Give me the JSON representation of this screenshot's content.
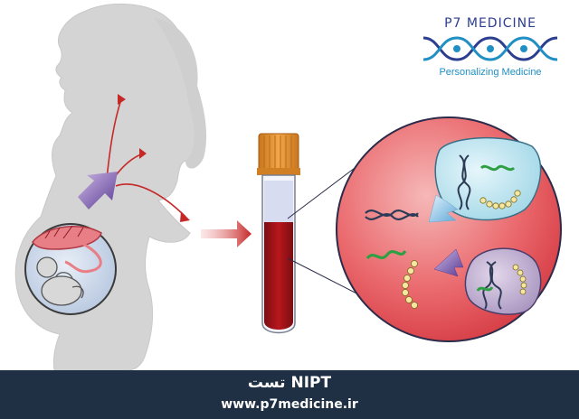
{
  "logo": {
    "title": "P7 MEDICINE",
    "subtitle": "Personalizing Medicine"
  },
  "footer": {
    "title": "تست NIPT",
    "url": "www.p7medicine.ir"
  },
  "colors": {
    "silhouette": "#d4d4d4",
    "blood": "#a8141a",
    "tube_cap": "#e8912e",
    "plasma": "#d8dcf0",
    "zoom_circle": "#e8545a",
    "arrow_red": "#c62828",
    "footer_bg": "#1f2f44",
    "brand_blue": "#2c3e8f",
    "brand_cyan": "#1f8fc4"
  },
  "icons": [
    "dna-helix-icon",
    "cell-free-dna-icon",
    "blood-tube-icon",
    "fetus-icon"
  ]
}
